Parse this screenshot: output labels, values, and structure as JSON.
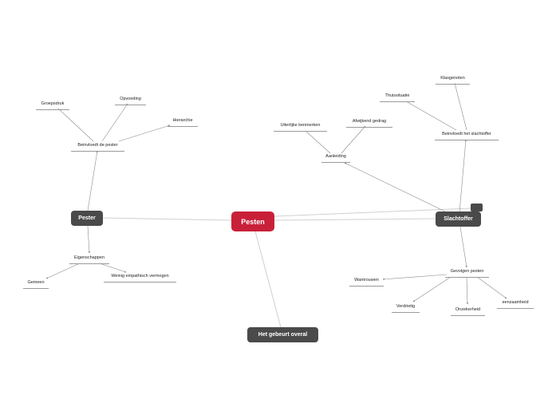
{
  "colors": {
    "central": "#c9203a",
    "main": "#4a4a4a",
    "line_main": "#d0d0d0",
    "line_sub": "#8a8a8a"
  },
  "central": {
    "label": "Pesten"
  },
  "pester": {
    "label": "Pester",
    "beinvloedt": {
      "label": "Beinvloedt de pester",
      "children": [
        "Groepsdruk",
        "Opvoeding",
        "Hierarchie"
      ]
    },
    "eigenschappen": {
      "label": "Eigenschappen",
      "children": [
        "Gemeen",
        "Weinig empathisch vermogen"
      ]
    }
  },
  "slachtoffer": {
    "label": "Slachtoffer",
    "aanleiding": {
      "label": "Aanleiding",
      "children": [
        "Uiterlijke kenmerken",
        "Afwijkend gedrag"
      ]
    },
    "beinvloedt": {
      "label": "Beinvloedt het slachtoffer",
      "children": [
        "Klasgenoten",
        "Thuissituatie"
      ]
    },
    "gevolgen": {
      "label": "Gevolgen pesten",
      "children": [
        "Wantrouwen",
        "Verdrietig",
        "Onzekerheid",
        "eenzaamheid"
      ]
    }
  },
  "overal": {
    "label": "Het gebeurt overal"
  }
}
